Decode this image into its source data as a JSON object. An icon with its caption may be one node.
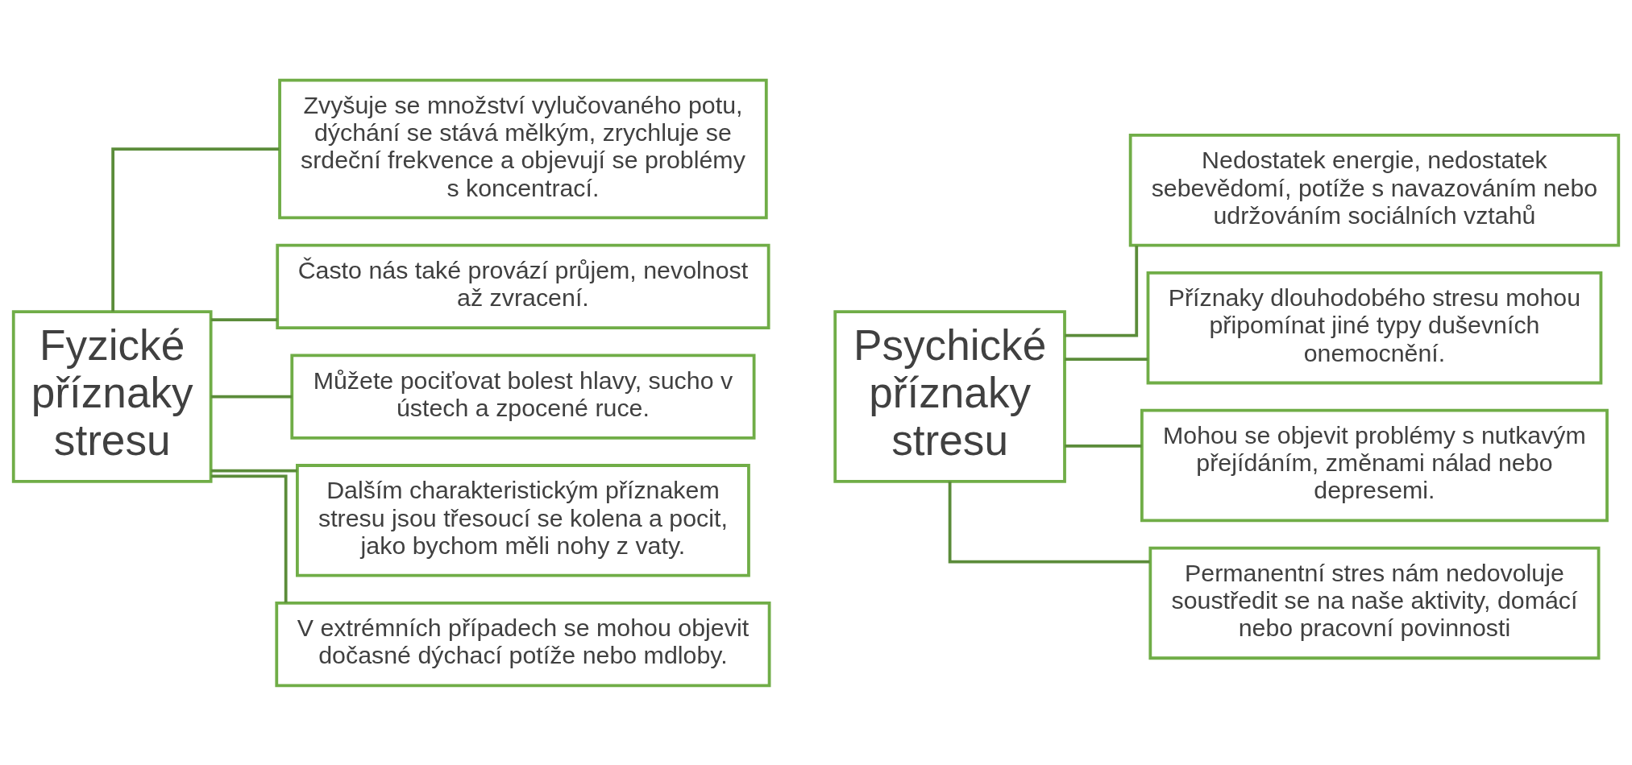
{
  "diagram": {
    "nodes": [
      {
        "text": [
          "Fyzické příznaky stresu"
        ]
      },
      {
        "text": [
          "Zvyšuje se množství vylučovaného potu, dýchání se stává mělkým, zrychluje se srdeční frekvence a objevují se problémy s koncentrací."
        ]
      },
      {
        "text": [
          "Často nás také provází průjem, nevolnost až zvracení."
        ]
      },
      {
        "text": [
          "Můžete pociťovat bolest hlavy, sucho v ústech a zpocené ruce."
        ]
      },
      {
        "text": [
          "Dalším charakteristickým příznakem stresu jsou třesoucí se kolena a pocit, jako bychom měli nohy z vaty."
        ]
      },
      {
        "text": [
          "V extrémních případech se mohou objevit dočasné dýchací potíže nebo mdloby."
        ]
      },
      {
        "text": [
          "Psychické příznaky stresu"
        ]
      },
      {
        "text": [
          "Nedostatek energie, nedostatek sebevědomí, potíže s navazováním nebo udržováním sociálních vztahů"
        ]
      },
      {
        "text": [
          "Příznaky dlouhodobého stresu mohou připomínat jiné typy duševních onemocnění."
        ]
      },
      {
        "text": [
          "Mohou se objevit problémy s nutkavým přejídáním, změnami nálad nebo depresemi."
        ]
      },
      {
        "text": [
          "Permanentní stres nám nedovoluje soustředit se na naše aktivity, domácí nebo pracovní povinnosti"
        ]
      }
    ],
    "edges": [
      {
        "from": 0,
        "to": 1,
        "arrow": "none"
      },
      {
        "from": 0,
        "to": 2,
        "arrow": "none"
      },
      {
        "from": 0,
        "to": 3,
        "arrow": "none"
      },
      {
        "from": 0,
        "to": 4,
        "arrow": "none"
      },
      {
        "from": 0,
        "to": 5,
        "arrow": "none"
      },
      {
        "from": 6,
        "to": 7,
        "arrow": "none"
      },
      {
        "from": 6,
        "to": 8,
        "arrow": "none"
      },
      {
        "from": 6,
        "to": 9,
        "arrow": "none"
      },
      {
        "from": 6,
        "to": 10,
        "arrow": "none"
      }
    ]
  }
}
